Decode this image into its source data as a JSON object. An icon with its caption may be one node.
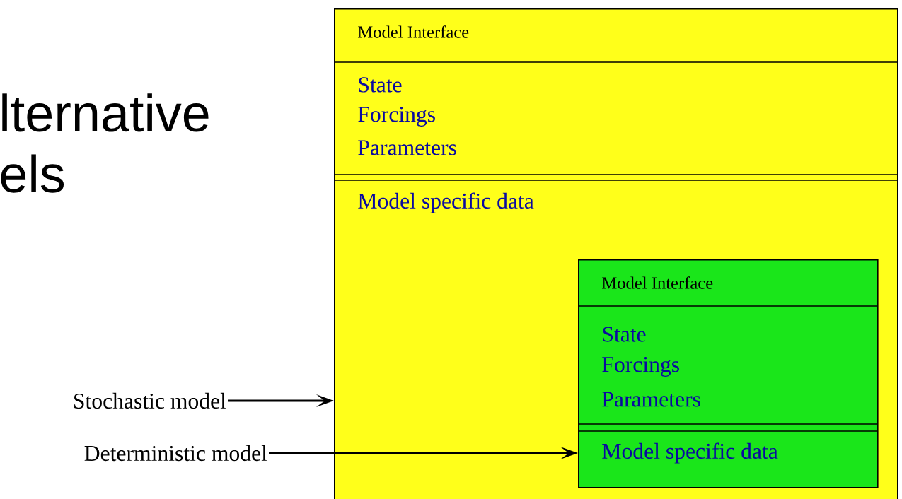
{
  "diagram": {
    "title": "lternative els",
    "nodes": [
      {
        "text": [
          "Model Interface",
          "State",
          "Forcings",
          "Parameters",
          "Model specific data"
        ]
      },
      {
        "text": [
          "Model Interface",
          "State",
          "Forcings",
          "Parameters",
          "Model specific data"
        ],
        "in": 0
      },
      {
        "text": [
          "Stochastic model"
        ]
      },
      {
        "text": [
          "Deterministic model"
        ]
      }
    ],
    "edges": [
      {
        "from": 2,
        "to": 0,
        "arrow": "to"
      },
      {
        "from": 3,
        "to": 1,
        "arrow": "to"
      }
    ]
  }
}
